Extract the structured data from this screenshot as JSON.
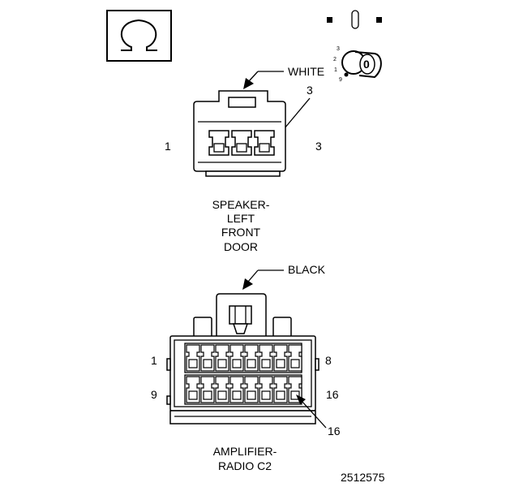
{
  "speaker_connector": {
    "color_label": "WHITE",
    "pin_callout": "3",
    "left_pin": "1",
    "right_pin": "3",
    "name_lines": [
      "SPEAKER-",
      "LEFT",
      "FRONT",
      "DOOR"
    ]
  },
  "amplifier_connector": {
    "color_label": "BLACK",
    "top_left_pin": "1",
    "top_right_pin": "8",
    "bottom_left_pin": "9",
    "bottom_right_pin": "16",
    "pin_callout": "16",
    "name_lines": [
      "AMPLIFIER-",
      "RADIO C2"
    ]
  },
  "ignition": {
    "key_label": "0",
    "positions": [
      "3",
      "2",
      "1",
      "9"
    ]
  },
  "figure_number": "2512575"
}
